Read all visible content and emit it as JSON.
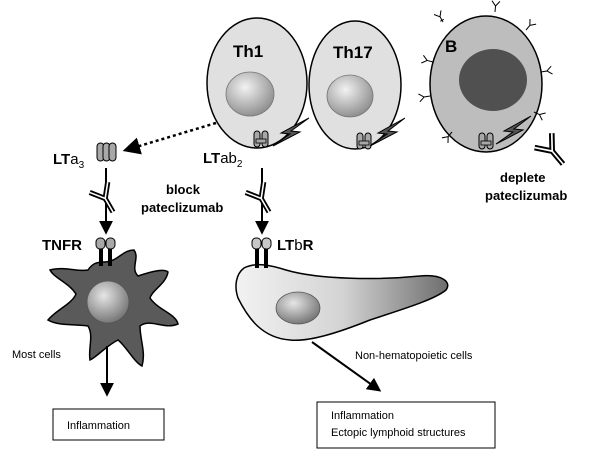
{
  "cells": {
    "th1": "Th1",
    "th17": "Th17",
    "b": "B"
  },
  "labels": {
    "lta3": {
      "main": "LT",
      "greek": "a",
      "sub": "3"
    },
    "ltab2": {
      "main": "LT",
      "greek": "ab",
      "sub": "2"
    },
    "block": [
      "block",
      "pateclizumab"
    ],
    "deplete": [
      "deplete",
      "pateclizumab"
    ],
    "tnfr": "TNFR",
    "ltbr": {
      "main": "LT",
      "greek": "b",
      "tail": "R"
    },
    "most_cells": "Most cells",
    "non_hematopoietic": "Non-hematopoietic cells"
  },
  "outcomes": {
    "left": [
      "Inflammation"
    ],
    "right": [
      "Inflammation",
      "Ectopic lymphoid structures"
    ]
  },
  "colors": {
    "cell_fill": "#e0e0e0",
    "b_cell_fill": "#bdbdbd",
    "b_nucleus": "#505050",
    "dendritic_fill": "#5a5a5a",
    "outline": "#000000"
  }
}
